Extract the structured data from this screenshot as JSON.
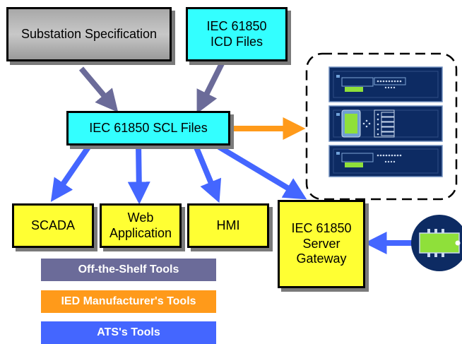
{
  "nodes": {
    "substation_spec": "Substation Specification",
    "icd_files_line1": "IEC 61850",
    "icd_files_line2": "ICD Files",
    "scl_files": "IEC 61850 SCL Files",
    "scada": "SCADA",
    "web_app_line1": "Web",
    "web_app_line2": "Application",
    "hmi": "HMI",
    "server_line1": "IEC 61850",
    "server_line2": "Server",
    "server_line3": "Gateway"
  },
  "legend": {
    "off_the_shelf": "Off-the-Shelf Tools",
    "ied_manufacturer": "IED Manufacturer's Tools",
    "ats": "ATS's Tools"
  },
  "colors": {
    "off_the_shelf": "#6b6b99",
    "ied_manufacturer": "#ff9a1a",
    "ats": "#4466ff",
    "node_cyan": "#33ffff",
    "node_yellow": "#ffff33"
  }
}
